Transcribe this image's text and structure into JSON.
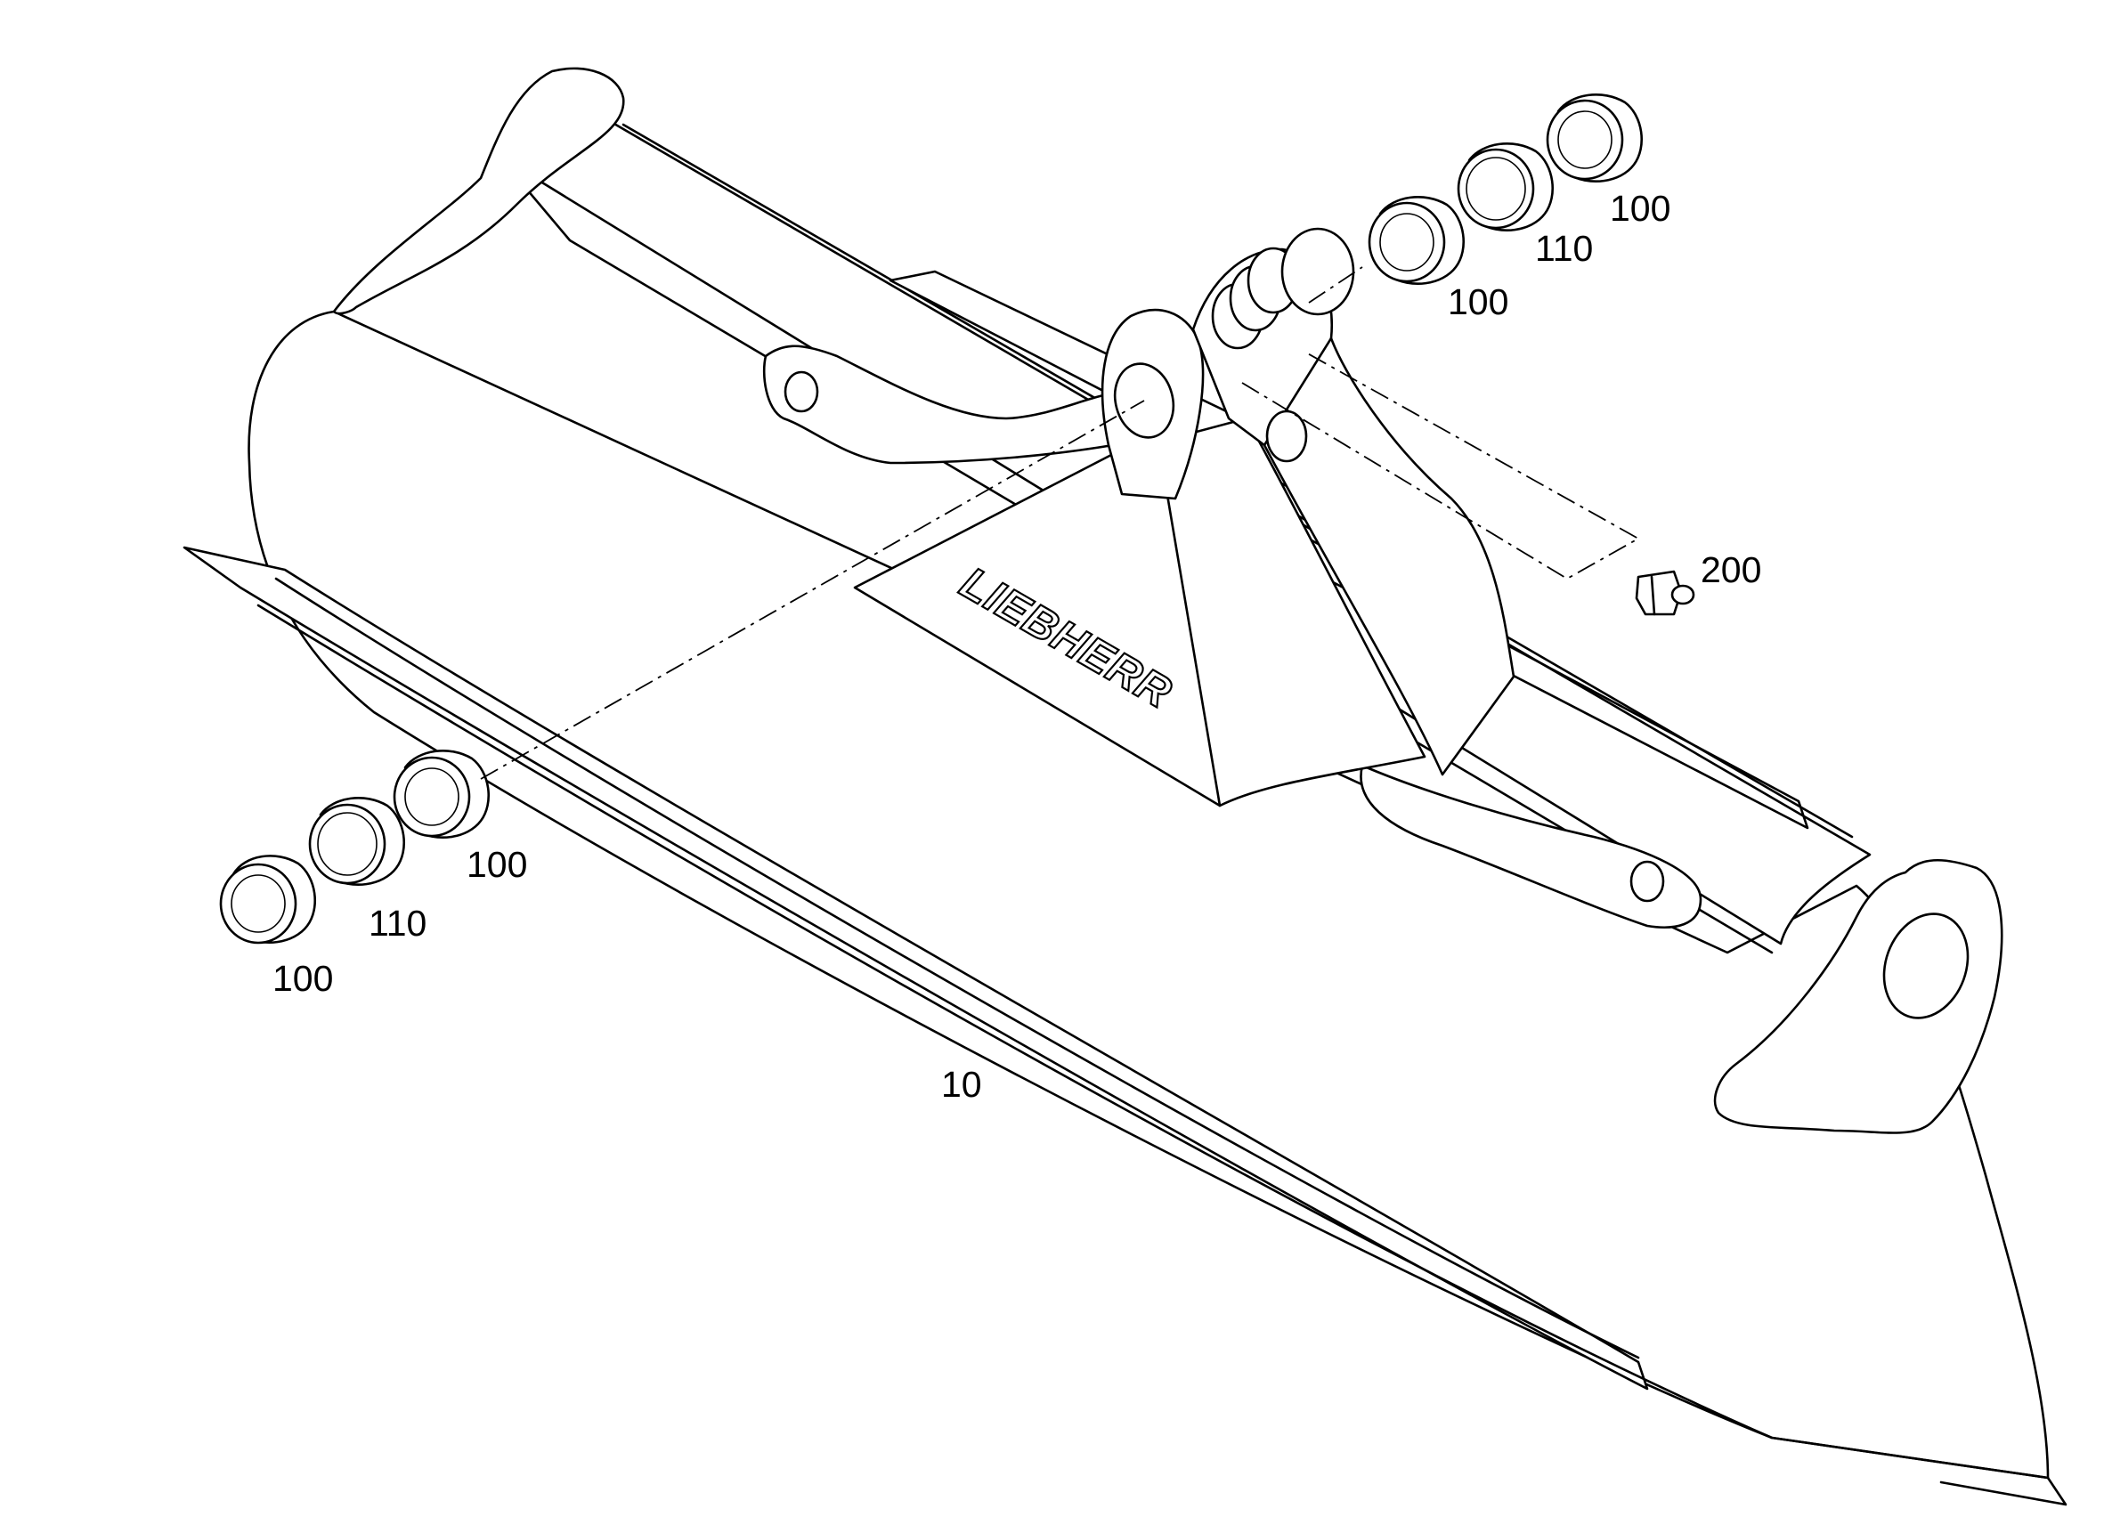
{
  "diagram": {
    "brand_logo": "LIEBHERR",
    "callouts": [
      {
        "id": "c-10",
        "text": "10"
      },
      {
        "id": "c-100-left-outer",
        "text": "100"
      },
      {
        "id": "c-110-left",
        "text": "110"
      },
      {
        "id": "c-100-left-inner",
        "text": "100"
      },
      {
        "id": "c-100-right-inner",
        "text": "100"
      },
      {
        "id": "c-110-right",
        "text": "110"
      },
      {
        "id": "c-100-right-outer",
        "text": "100"
      },
      {
        "id": "c-200",
        "text": "200"
      }
    ]
  }
}
